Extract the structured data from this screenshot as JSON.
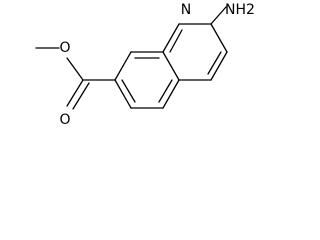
{
  "molecule": {
    "atom_labels": {
      "ring_nitrogen": "N",
      "amino_group": "NH2",
      "ester_oxygen": "O",
      "carbonyl_oxygen": "O"
    }
  }
}
